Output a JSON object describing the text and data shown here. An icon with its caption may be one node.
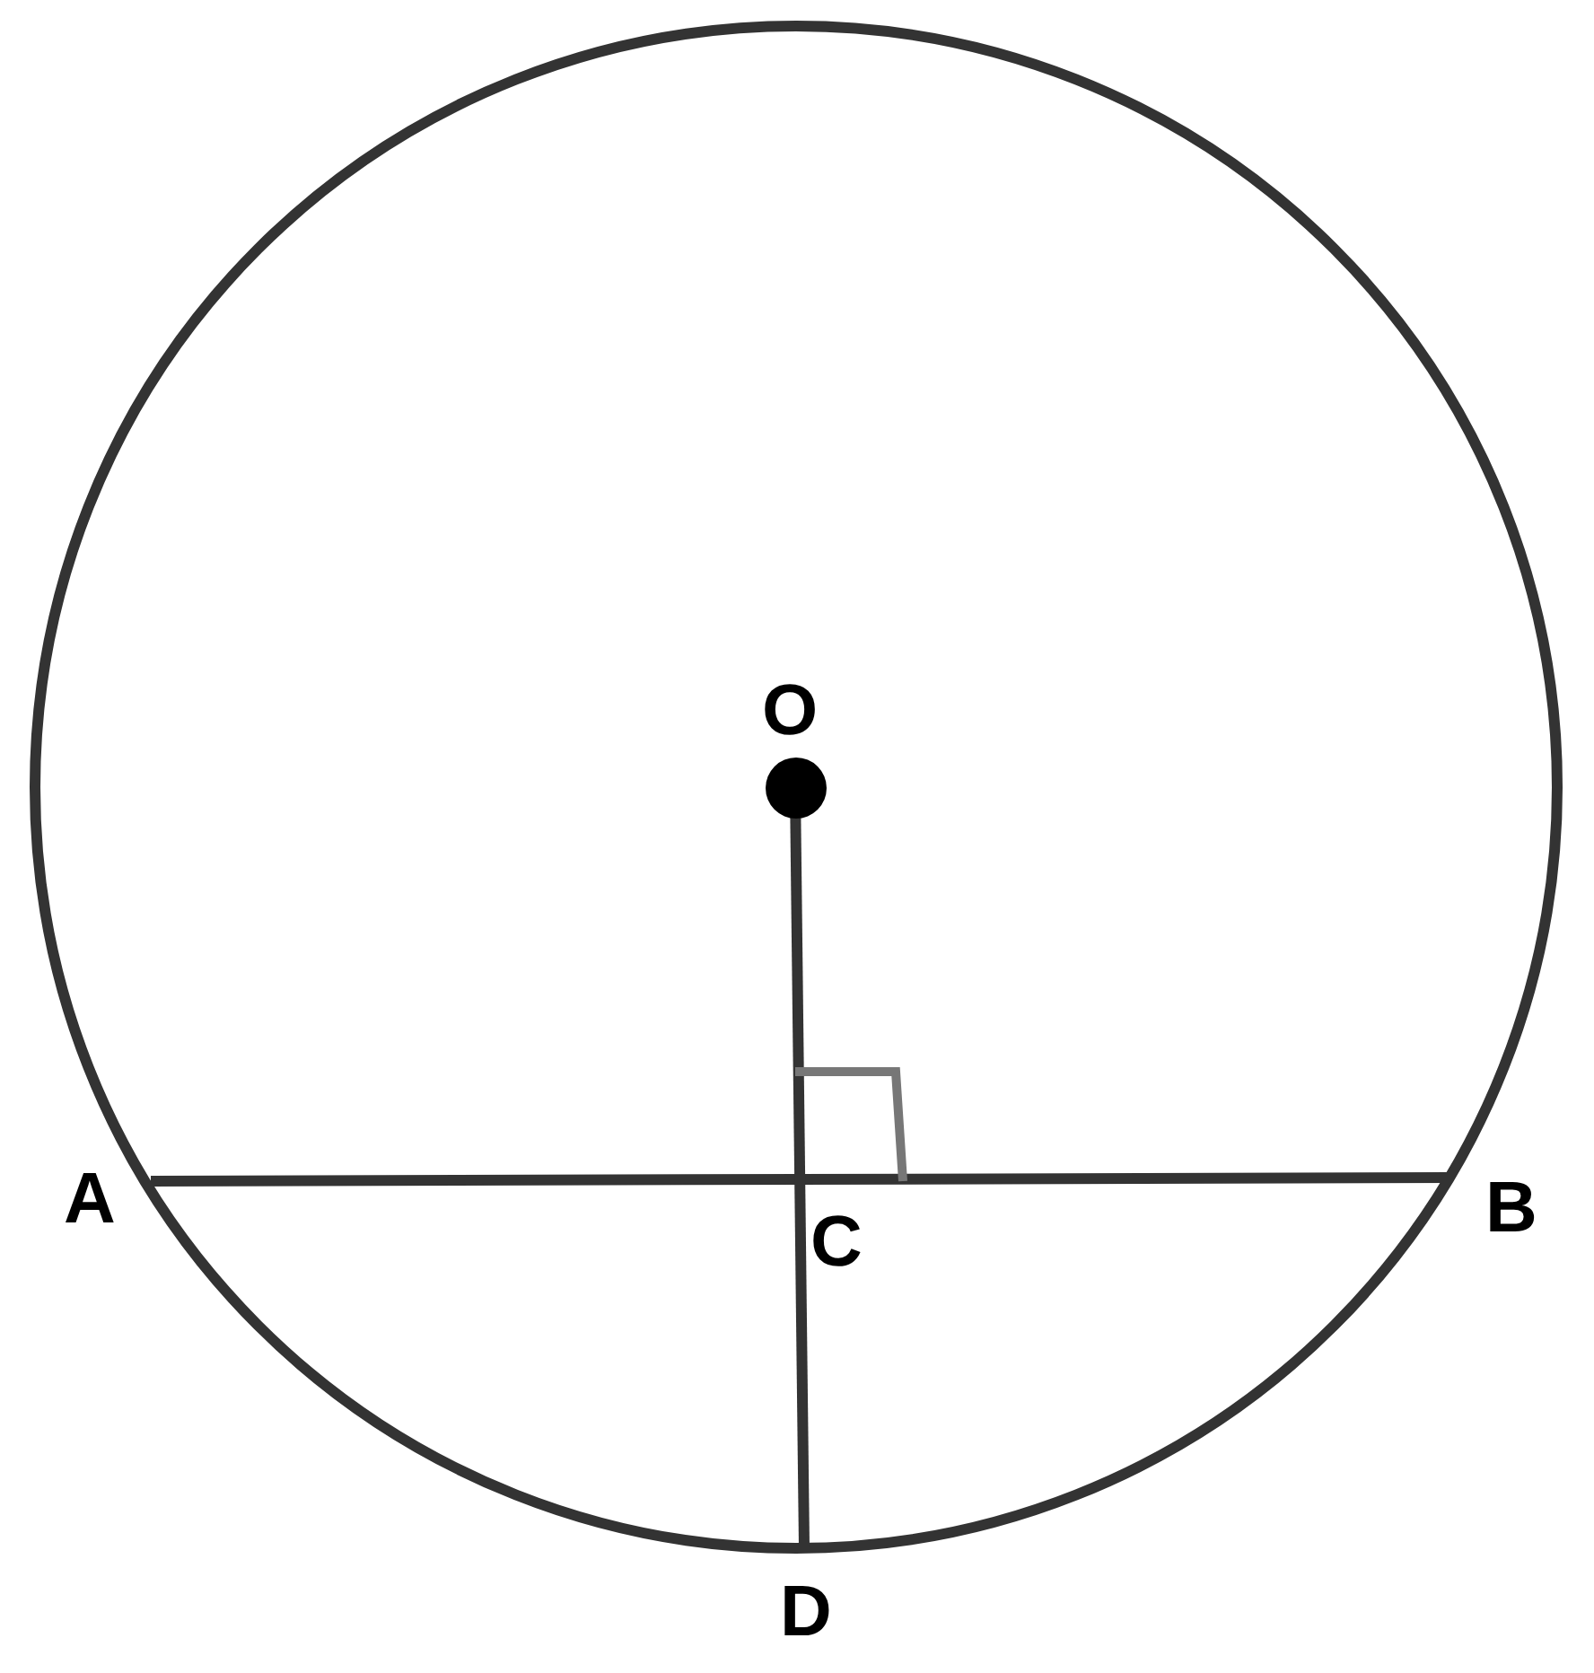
{
  "diagram": {
    "labels": [
      "O",
      "A",
      "B",
      "C",
      "D"
    ]
  }
}
